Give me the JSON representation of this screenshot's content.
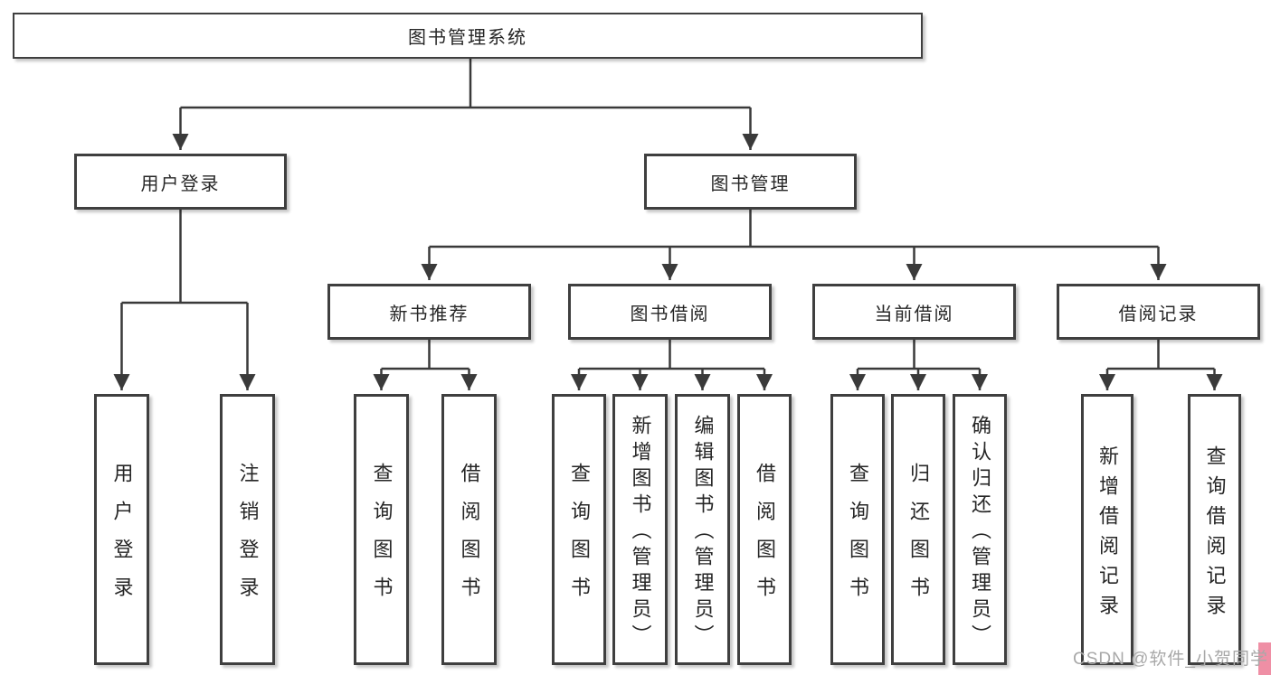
{
  "tree": {
    "root": {
      "label": "图书管理系统"
    },
    "level2": [
      {
        "label": "用户登录"
      },
      {
        "label": "图书管理"
      }
    ],
    "level3": [
      {
        "label": "新书推荐"
      },
      {
        "label": "图书借阅"
      },
      {
        "label": "当前借阅"
      },
      {
        "label": "借阅记录"
      }
    ],
    "leaves": [
      {
        "label": "用户登录"
      },
      {
        "label": "注销登录"
      },
      {
        "label": "查询图书"
      },
      {
        "label": "借阅图书"
      },
      {
        "label": "查询图书"
      },
      {
        "label": "新增图书（管理员）"
      },
      {
        "label": "编辑图书（管理员）"
      },
      {
        "label": "借阅图书"
      },
      {
        "label": "查询图书"
      },
      {
        "label": "归还图书"
      },
      {
        "label": "确认归还（管理员）"
      },
      {
        "label": "新增借阅记录"
      },
      {
        "label": "查询借阅记录"
      }
    ]
  },
  "watermark": {
    "text": "CSDN @软件_小贺同学"
  },
  "colors": {
    "background": "#ffffff",
    "line": "#3a3a3a",
    "box_border": "#3f3f3f",
    "text": "#262626",
    "watermark_text": "#a8a8a8",
    "watermark_accent": "#ef8fa5"
  }
}
